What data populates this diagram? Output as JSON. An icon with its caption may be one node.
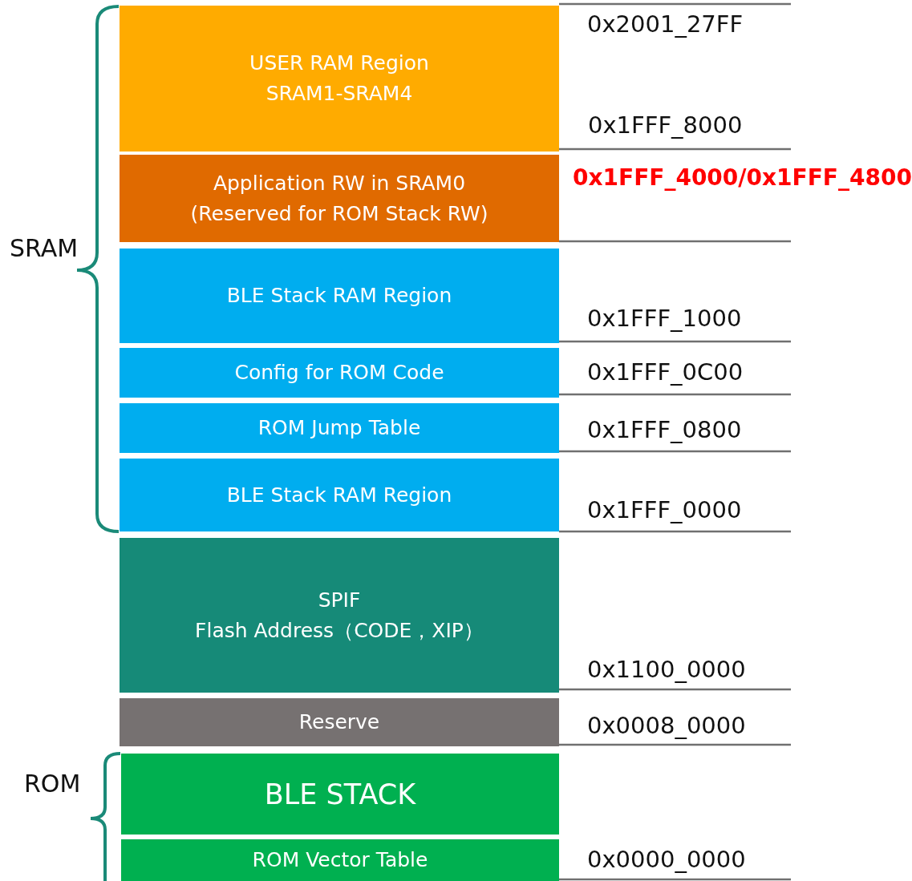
{
  "diagram": {
    "nodes": [
      {
        "text": [
          "USER RAM Region",
          "SRAM1-SRAM4"
        ]
      },
      {
        "text": [
          "Application RW in SRAM0",
          "(Reserved for ROM Stack RW)"
        ]
      },
      {
        "text": [
          "BLE Stack RAM Region"
        ]
      },
      {
        "text": [
          "Config for ROM Code"
        ]
      },
      {
        "text": [
          "ROM Jump Table"
        ]
      },
      {
        "text": [
          "BLE Stack RAM  Region"
        ]
      },
      {
        "text": [
          "SPIF",
          "Flash Address（CODE，XIP）"
        ]
      },
      {
        "text": [
          "Reserve"
        ]
      },
      {
        "text": [
          "BLE STACK"
        ]
      },
      {
        "text": [
          "ROM Vector Table"
        ]
      }
    ],
    "labels": [
      "0x2001_27FF",
      "0x1FFF_8000",
      "0x1FFF_4000/0x1FFF_4800",
      "SRAM",
      "0x1FFF_1000",
      "0x1FFF_0C00",
      "0x1FFF_0800",
      "0x1FFF_0000",
      "0x1100_0000",
      "0x0008_0000",
      "ROM",
      "0x0000_0000"
    ]
  }
}
